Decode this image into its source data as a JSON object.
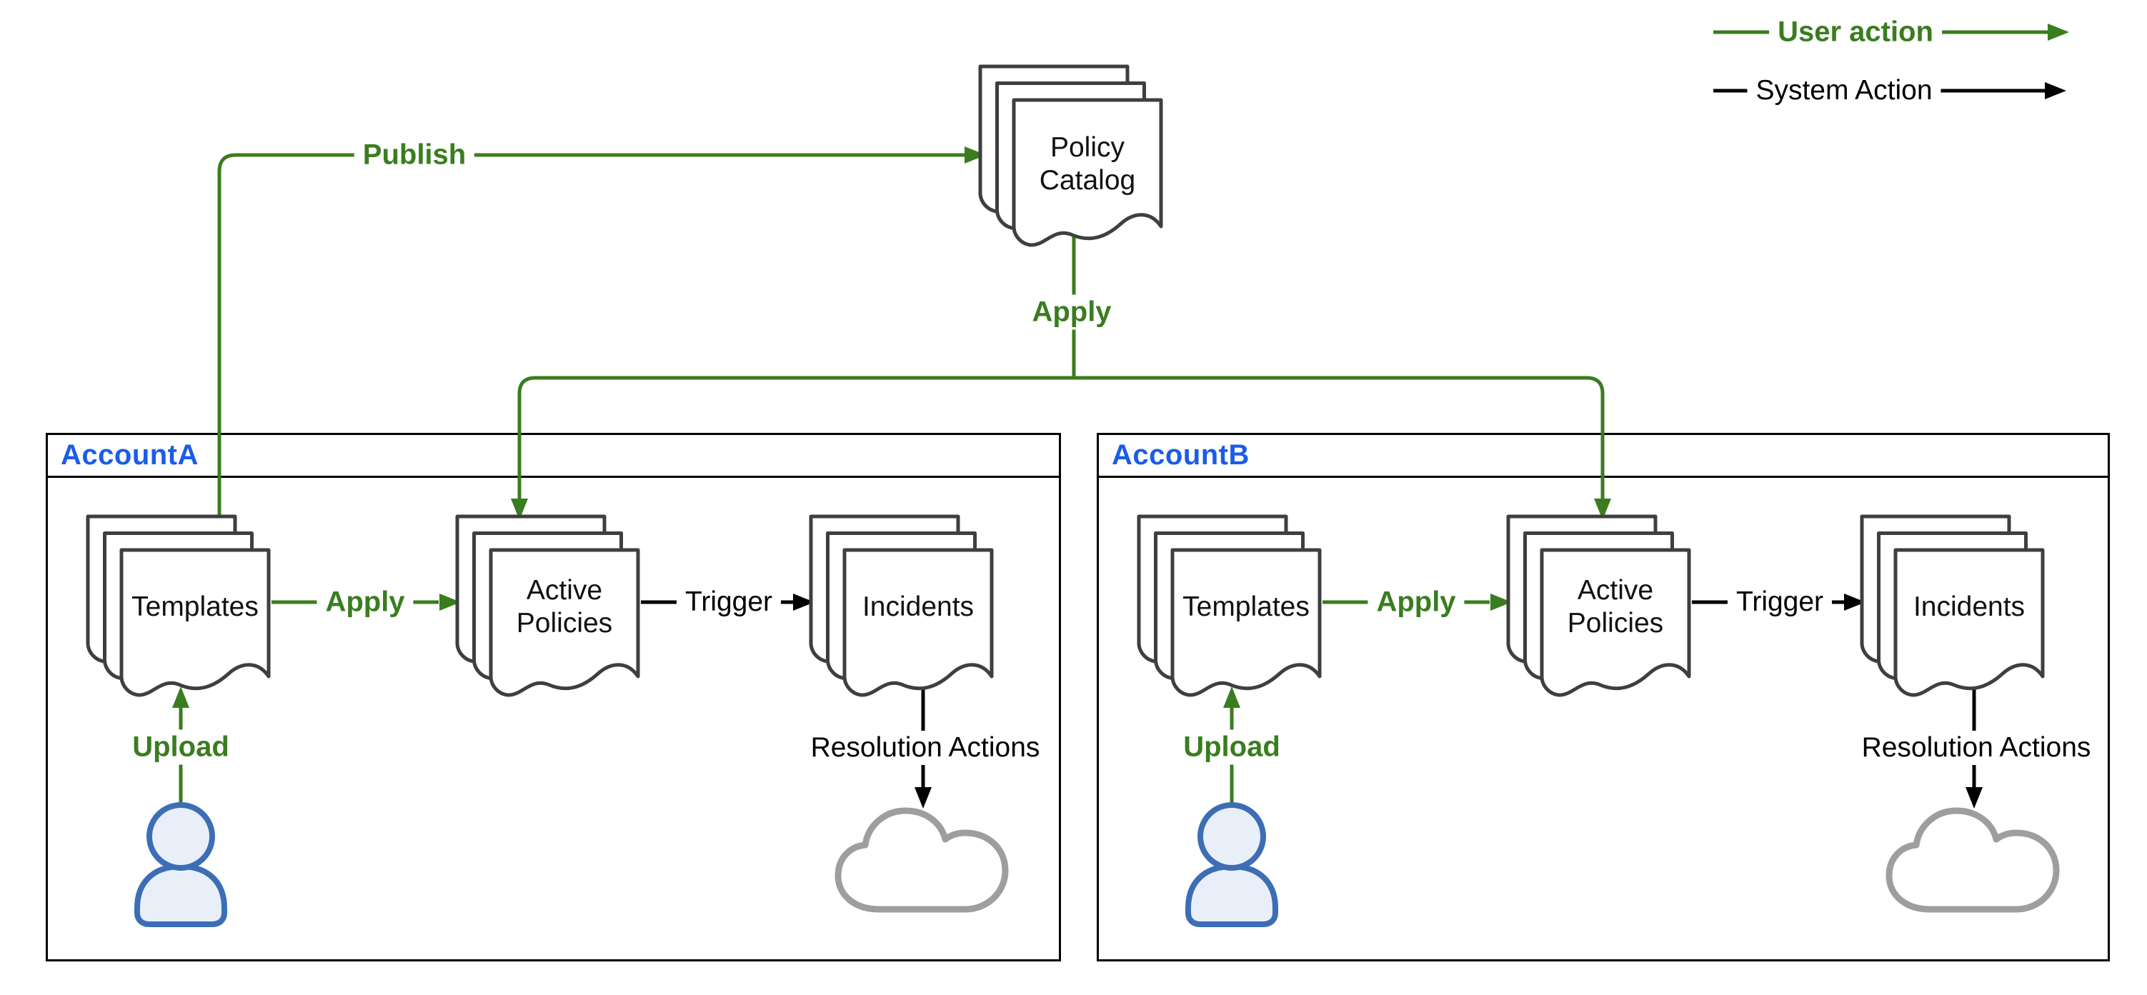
{
  "legend": {
    "user_action_label": "User action",
    "system_action_label": "System Action"
  },
  "policy_catalog": {
    "label": "Policy Catalog"
  },
  "actions": {
    "publish": "Publish",
    "apply": "Apply",
    "upload": "Upload",
    "trigger": "Trigger",
    "resolution_actions": "Resolution Actions"
  },
  "accounts": [
    {
      "title": "AccountA",
      "nodes": {
        "templates": "Templates",
        "active_policies": "Active Policies",
        "incidents": "Incidents"
      }
    },
    {
      "title": "AccountB",
      "nodes": {
        "templates": "Templates",
        "active_policies": "Active Policies",
        "incidents": "Incidents"
      }
    }
  ],
  "colors": {
    "user_action_green": "#3a7d1f",
    "system_action_black": "#000000",
    "account_title_blue": "#1b5ce8",
    "document_border": "#3d3f40",
    "cloud_border": "#9e9e9e",
    "person_border": "#3d6eb5",
    "person_fill": "#e9eff9"
  }
}
